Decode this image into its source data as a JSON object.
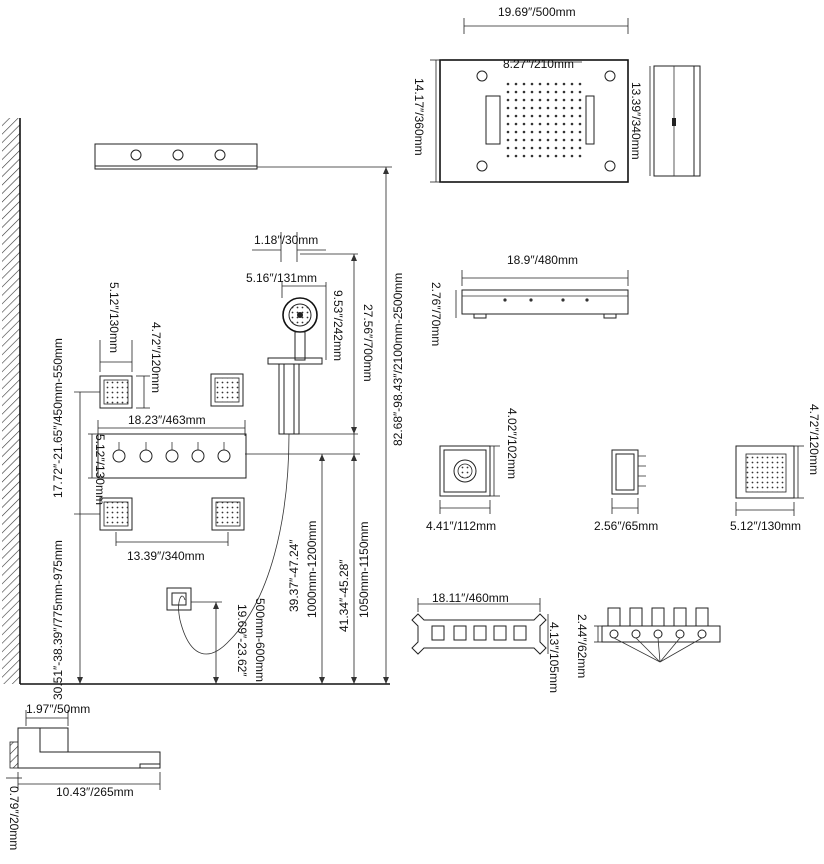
{
  "labels": {
    "rain_width": "19.69″/500mm",
    "rain_inner_width": "8.27″/210mm",
    "rain_height": "14.17″/360mm",
    "rain_side_height": "13.39″/340mm",
    "rain_side_length": "18.9″/480mm",
    "rain_side_thickness": "2.76″/70mm",
    "hand_offset": "1.18″/30mm",
    "hand_width": "5.16″/131mm",
    "hand_length": "9.53″/242mm",
    "slide_bar": "27.56″/700mm",
    "total_height": "82.68″-98.43″/2100mm-2500mm",
    "jet_width": "5.12″/130mm",
    "jet_height": "4.72″/120mm",
    "jet_spacing_v": "17.72″-21.65″/450mm-550mm",
    "panel_width": "18.23″/463mm",
    "panel_height": "5.12″/130mm",
    "jet_spacing_h": "13.39″/340mm",
    "hose_length": "39.37″-47.24″",
    "hose_length_mm": "1000mm-1200mm",
    "valve_height": "41.34″-45.28″",
    "valve_height_mm": "1050mm-1150mm",
    "panel_floor": "30.51″-38.39″/775mm-975mm",
    "outlet_height": "19.69″-23.62″",
    "outlet_height_mm": "500mm-600mm",
    "spout_depth": "1.97″/50mm",
    "spout_length": "10.43″/265mm",
    "spout_thickness": "0.79″/20mm",
    "detail_a_height": "4.02″/102mm",
    "detail_a_width": "4.41″/112mm",
    "detail_b_width": "2.56″/65mm",
    "detail_c_height": "4.72″/120mm",
    "detail_c_width": "5.12″/130mm",
    "cover_width": "18.11″/460mm",
    "cover_height": "4.13″/105mm",
    "valve_depth": "2.44″/62mm"
  }
}
